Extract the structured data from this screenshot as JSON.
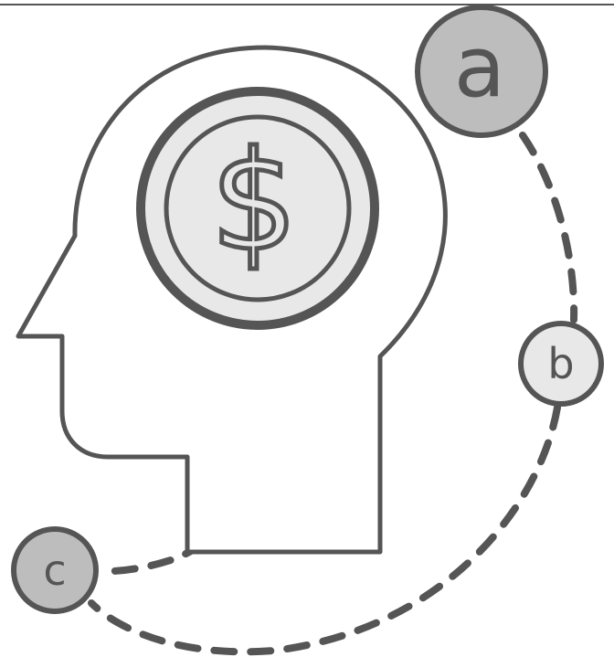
{
  "colors": {
    "stroke": "#555555",
    "coin_fill": "#e8e8e8",
    "node_a_fill": "#bdbdbd",
    "node_b_fill": "#e8e8e8",
    "node_c_fill": "#bdbdbd",
    "background": "#ffffff"
  },
  "icons": {
    "head": "head-profile-icon",
    "coin": "dollar-coin-icon"
  },
  "coin": {
    "symbol": "$"
  },
  "nodes": {
    "a": {
      "label": "a"
    },
    "b": {
      "label": "b"
    },
    "c": {
      "label": "c"
    }
  }
}
